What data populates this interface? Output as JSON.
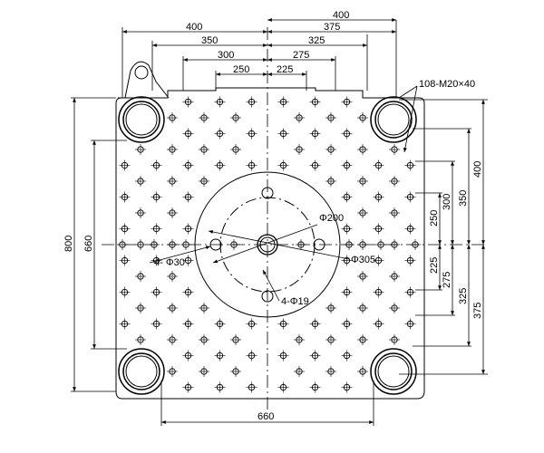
{
  "drawing": {
    "top_dims": [
      "400",
      "350",
      "300",
      "250",
      "225",
      "275",
      "325",
      "375",
      "400"
    ],
    "left_dims": [
      "800",
      "660"
    ],
    "right_dims": [
      "400",
      "350",
      "300",
      "250",
      "225",
      "275",
      "325",
      "375"
    ],
    "bottom_dim": "660",
    "notes": {
      "holes_rows": "108-M20×40",
      "circle_200": "Φ200",
      "circle_305": "Φ305",
      "holes_30": "4- Φ30",
      "holes_19": "4-Φ19"
    }
  }
}
